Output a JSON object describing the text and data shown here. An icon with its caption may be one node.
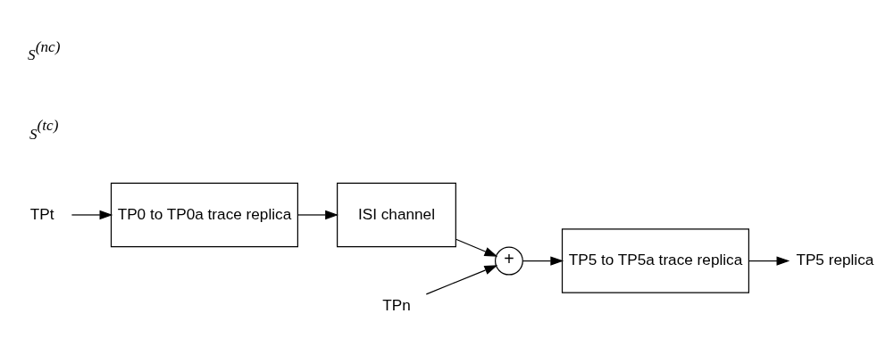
{
  "diagram": {
    "nodes": [
      {
        "text": [
          "TPt"
        ]
      },
      {
        "text": [
          "TP0 to TP0a trace replica"
        ]
      },
      {
        "text": [
          "ISI channel"
        ]
      },
      {
        "text": [
          "+"
        ]
      },
      {
        "text": [
          "TP5 to TP5a trace replica"
        ]
      },
      {
        "text": [
          "TP5 replica"
        ]
      },
      {
        "text": [
          "TPn"
        ]
      }
    ],
    "edges": [
      {
        "from": 0,
        "to": 1,
        "arrow": "to"
      },
      {
        "from": 1,
        "to": 2,
        "arrow": "to"
      },
      {
        "from": 2,
        "to": 3,
        "arrow": "to"
      },
      {
        "from": 3,
        "to": 4,
        "arrow": "to"
      },
      {
        "from": 4,
        "to": 5,
        "arrow": "to"
      },
      {
        "from": 6,
        "to": 3,
        "arrow": "to"
      }
    ],
    "labels": [
      "*S*$^{(tc)}$",
      "*S*$^{(nc)}$"
    ]
  }
}
